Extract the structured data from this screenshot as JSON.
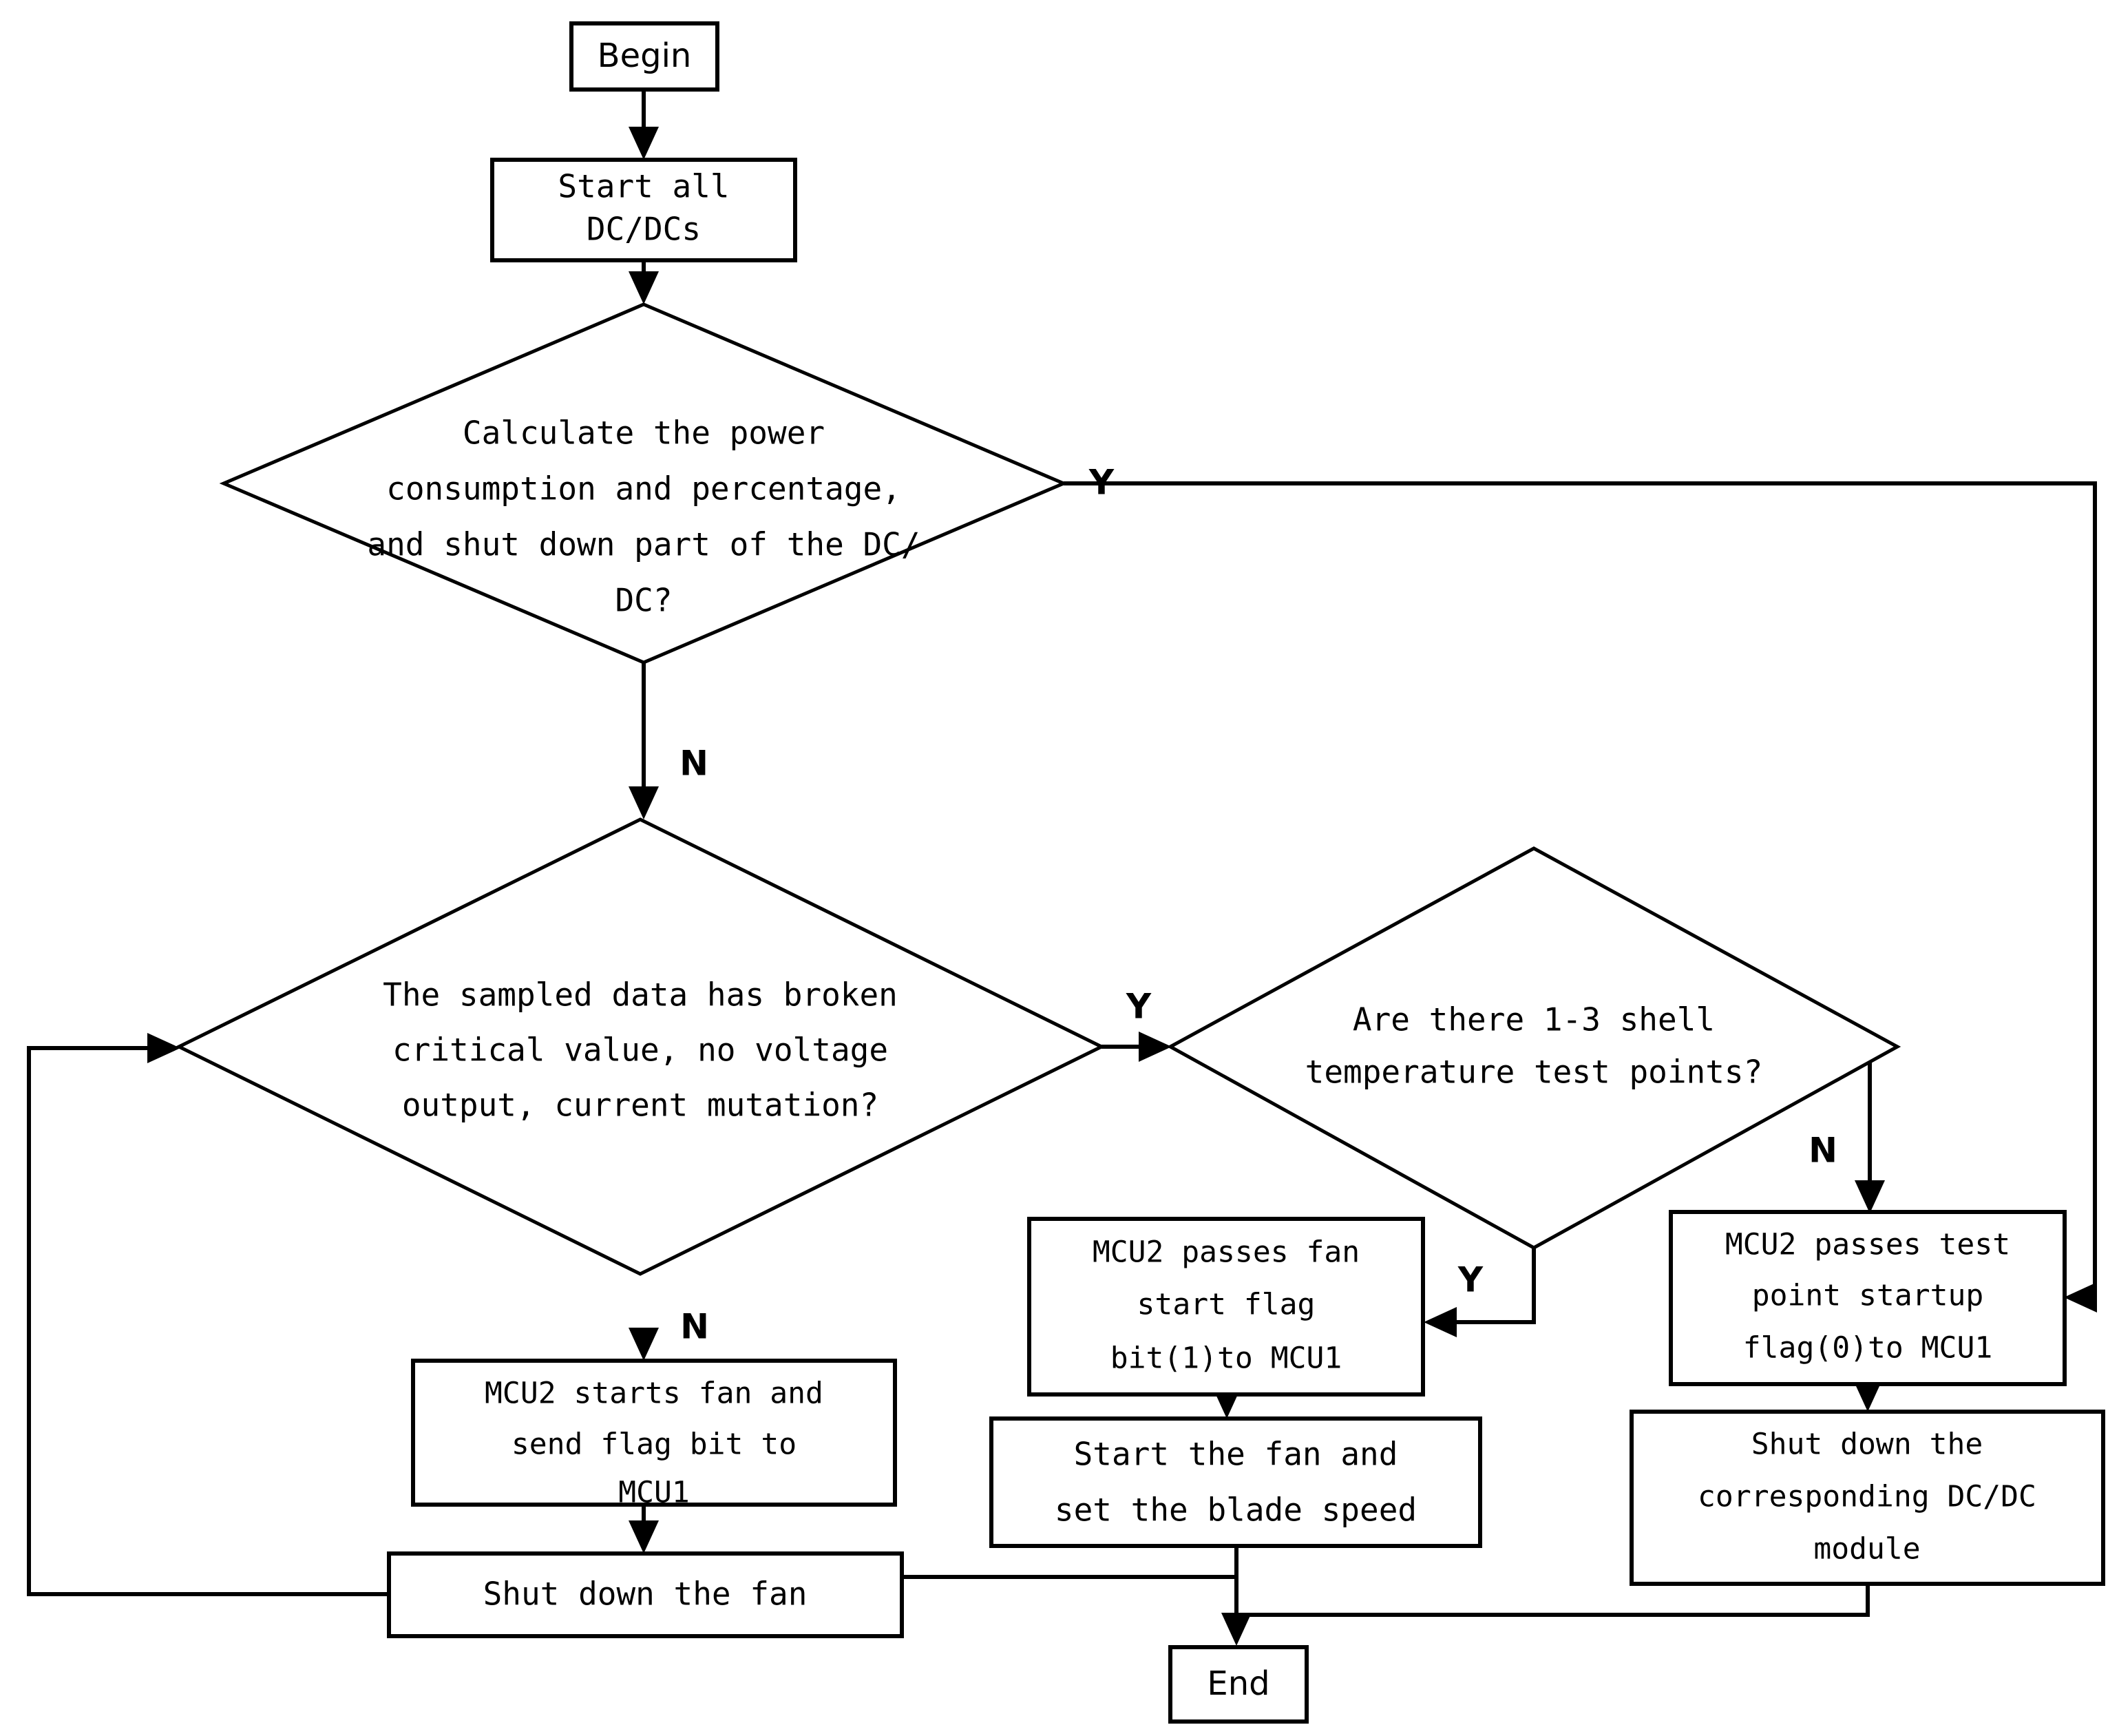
{
  "diagram": {
    "type": "flowchart",
    "title": "DC/DC power management and fan control flowchart",
    "orientation": "top-to-bottom",
    "stroke_color": "#000000",
    "fill_color": "#ffffff"
  },
  "nodes": {
    "begin": {
      "shape": "terminal",
      "label": "Begin"
    },
    "start_all_dcdcs": {
      "shape": "process",
      "line1": "Start all",
      "line2": "DC/DCs"
    },
    "calc_power": {
      "shape": "decision",
      "line1": "Calculate the power",
      "line2": "consumption and percentage,",
      "line3": "and shut down part of the DC/",
      "line4": "DC?"
    },
    "sampled_data": {
      "shape": "decision",
      "line1": "The sampled data has broken",
      "line2": "critical value, no voltage",
      "line3": "output, current mutation?"
    },
    "shell_points": {
      "shape": "decision",
      "line1": "Are there 1-3 shell",
      "line2": "temperature test points?"
    },
    "mcu2_starts_fan": {
      "shape": "process",
      "line1": "MCU2 starts fan and",
      "line2": "send flag bit to",
      "line3": "MCU1"
    },
    "mcu2_fan_flag": {
      "shape": "process",
      "line1": "MCU2 passes fan",
      "line2": "start flag",
      "line3": "bit(1)to MCU1"
    },
    "mcu2_test_point_flag": {
      "shape": "process",
      "line1": "MCU2 passes test",
      "line2": "point startup",
      "line3": "flag(0)to MCU1"
    },
    "start_fan_blade": {
      "shape": "process",
      "line1": "Start the fan and",
      "line2": "set the blade speed"
    },
    "shutdown_dcdc_module": {
      "shape": "process",
      "line1": "Shut down the",
      "line2": "corresponding DC/DC",
      "line3": "module"
    },
    "shutdown_fan": {
      "shape": "process",
      "line1": "Shut down the fan"
    },
    "end": {
      "shape": "terminal",
      "label": "End"
    }
  },
  "branch_labels": {
    "calc_power_yes": "Y",
    "calc_power_no": "N",
    "sampled_data_yes": "Y",
    "sampled_data_no": "N",
    "shell_points_yes": "Y",
    "shell_points_no": "N"
  },
  "edges": [
    {
      "from": "begin",
      "to": "start_all_dcdcs",
      "label": ""
    },
    {
      "from": "start_all_dcdcs",
      "to": "calc_power",
      "label": ""
    },
    {
      "from": "calc_power",
      "to": "mcu2_test_point_flag",
      "label": "Y"
    },
    {
      "from": "calc_power",
      "to": "sampled_data",
      "label": "N"
    },
    {
      "from": "sampled_data",
      "to": "shell_points",
      "label": "Y"
    },
    {
      "from": "sampled_data",
      "to": "mcu2_starts_fan",
      "label": "N"
    },
    {
      "from": "shell_points",
      "to": "mcu2_fan_flag",
      "label": "Y"
    },
    {
      "from": "shell_points",
      "to": "mcu2_test_point_flag",
      "label": "N"
    },
    {
      "from": "mcu2_starts_fan",
      "to": "shutdown_fan",
      "label": ""
    },
    {
      "from": "mcu2_fan_flag",
      "to": "start_fan_blade",
      "label": ""
    },
    {
      "from": "mcu2_test_point_flag",
      "to": "shutdown_dcdc_module",
      "label": ""
    },
    {
      "from": "shutdown_fan",
      "to": "sampled_data",
      "label": ""
    },
    {
      "from": "start_fan_blade",
      "to": "end",
      "label": ""
    },
    {
      "from": "shutdown_dcdc_module",
      "to": "end",
      "label": ""
    },
    {
      "from": "shutdown_fan",
      "to": "end",
      "label": ""
    }
  ]
}
